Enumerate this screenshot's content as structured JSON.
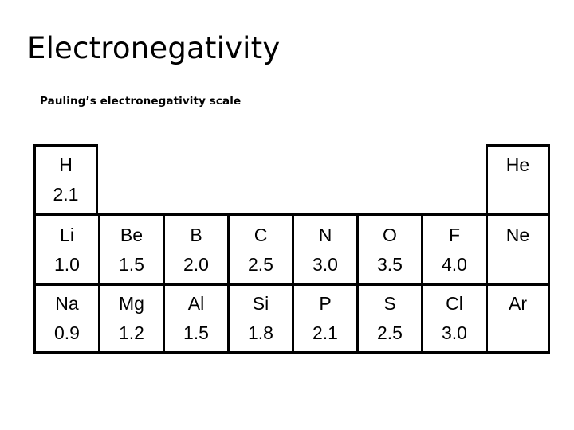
{
  "slide": {
    "title": "Electronegativity",
    "subtitle": "Pauling’s electronegativity scale",
    "background_color": "#ffffff",
    "text_color": "#000000",
    "border_color": "#000000"
  },
  "table": {
    "name": "pauling-electronegativity-table",
    "columns": 8,
    "rows": 3,
    "grid": [
      [
        {
          "symbol": "H",
          "value": "2.1",
          "present": true
        },
        {
          "symbol": "",
          "value": "",
          "present": false
        },
        {
          "symbol": "",
          "value": "",
          "present": false
        },
        {
          "symbol": "",
          "value": "",
          "present": false
        },
        {
          "symbol": "",
          "value": "",
          "present": false
        },
        {
          "symbol": "",
          "value": "",
          "present": false
        },
        {
          "symbol": "",
          "value": "",
          "present": false
        },
        {
          "symbol": "He",
          "value": "",
          "present": true
        }
      ],
      [
        {
          "symbol": "Li",
          "value": "1.0",
          "present": true
        },
        {
          "symbol": "Be",
          "value": "1.5",
          "present": true
        },
        {
          "symbol": "B",
          "value": "2.0",
          "present": true
        },
        {
          "symbol": "C",
          "value": "2.5",
          "present": true
        },
        {
          "symbol": "N",
          "value": "3.0",
          "present": true
        },
        {
          "symbol": "O",
          "value": "3.5",
          "present": true
        },
        {
          "symbol": "F",
          "value": "4.0",
          "present": true
        },
        {
          "symbol": "Ne",
          "value": "",
          "present": true
        }
      ],
      [
        {
          "symbol": "Na",
          "value": "0.9",
          "present": true
        },
        {
          "symbol": "Mg",
          "value": "1.2",
          "present": true
        },
        {
          "symbol": "Al",
          "value": "1.5",
          "present": true
        },
        {
          "symbol": "Si",
          "value": "1.8",
          "present": true
        },
        {
          "symbol": "P",
          "value": "2.1",
          "present": true
        },
        {
          "symbol": "S",
          "value": "2.5",
          "present": true
        },
        {
          "symbol": "Cl",
          "value": "3.0",
          "present": true
        },
        {
          "symbol": "Ar",
          "value": "",
          "present": true
        }
      ]
    ]
  },
  "chart_data": {
    "type": "table",
    "title": "Electronegativity",
    "subtitle": "Pauling’s electronegativity scale",
    "xlabel": "",
    "ylabel": "",
    "categories": [
      "H",
      "He",
      "Li",
      "Be",
      "B",
      "C",
      "N",
      "O",
      "F",
      "Ne",
      "Na",
      "Mg",
      "Al",
      "Si",
      "P",
      "S",
      "Cl",
      "Ar"
    ],
    "values": [
      2.1,
      null,
      1.0,
      1.5,
      2.0,
      2.5,
      3.0,
      3.5,
      4.0,
      null,
      0.9,
      1.2,
      1.5,
      1.8,
      2.1,
      2.5,
      3.0,
      null
    ],
    "series": [
      {
        "name": "Pauling electronegativity",
        "period_1": [
          {
            "element": "H",
            "electronegativity": 2.1
          },
          {
            "element": "He",
            "electronegativity": null
          }
        ],
        "period_2": [
          {
            "element": "Li",
            "electronegativity": 1.0
          },
          {
            "element": "Be",
            "electronegativity": 1.5
          },
          {
            "element": "B",
            "electronegativity": 2.0
          },
          {
            "element": "C",
            "electronegativity": 2.5
          },
          {
            "element": "N",
            "electronegativity": 3.0
          },
          {
            "element": "O",
            "electronegativity": 3.5
          },
          {
            "element": "F",
            "electronegativity": 4.0
          },
          {
            "element": "Ne",
            "electronegativity": null
          }
        ],
        "period_3": [
          {
            "element": "Na",
            "electronegativity": 0.9
          },
          {
            "element": "Mg",
            "electronegativity": 1.2
          },
          {
            "element": "Al",
            "electronegativity": 1.5
          },
          {
            "element": "Si",
            "electronegativity": 1.8
          },
          {
            "element": "P",
            "electronegativity": 2.1
          },
          {
            "element": "S",
            "electronegativity": 2.5
          },
          {
            "element": "Cl",
            "electronegativity": 3.0
          },
          {
            "element": "Ar",
            "electronegativity": null
          }
        ]
      }
    ],
    "grid": true,
    "legend": "none"
  }
}
